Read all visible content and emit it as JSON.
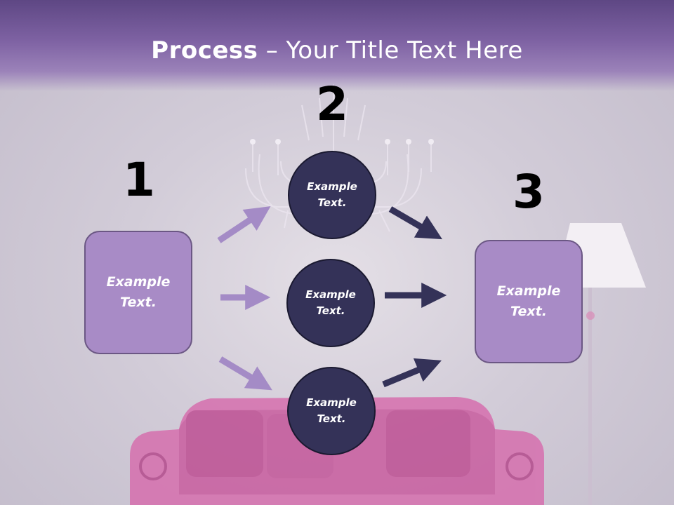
{
  "title": {
    "bold": "Process",
    "dash": " – ",
    "rest": "Your Title Text Here"
  },
  "numbers": [
    "1",
    "2",
    "3"
  ],
  "boxes": [
    {
      "text": "Example Text."
    },
    {
      "text": "Example Text."
    }
  ],
  "circles": [
    {
      "text": "Example Text."
    },
    {
      "text": "Example Text."
    },
    {
      "text": "Example Text."
    }
  ],
  "colors": {
    "header": "#7e62a3",
    "box_fill": "#a88bc6",
    "circle_fill": "#343258",
    "arrow_light": "#a48bc6",
    "arrow_dark": "#343258"
  }
}
